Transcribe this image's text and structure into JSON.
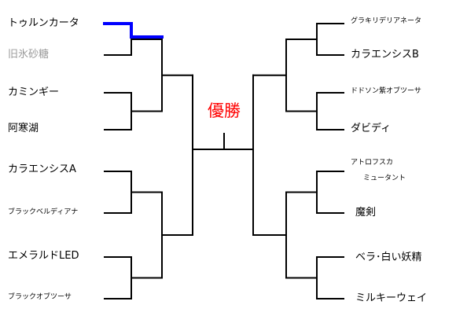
{
  "title": "優勝",
  "colors": {
    "line": "#000000",
    "advance": "#0000ff",
    "title": "#ff0000",
    "eliminated": "#999999"
  },
  "left": [
    {
      "name": "トゥルンカータ",
      "size": "big"
    },
    {
      "name": "旧氷砂糖",
      "size": "big",
      "eliminated": true
    },
    {
      "name": "カミンギー",
      "size": "big"
    },
    {
      "name": "阿寒湖",
      "size": "big"
    },
    {
      "name": "カラエンシスA",
      "size": "big"
    },
    {
      "name": "ブラックベルディアナ",
      "size": "small"
    },
    {
      "name": "エメラルドLED",
      "size": "big"
    },
    {
      "name": "ブラックオブツーサ",
      "size": "small"
    }
  ],
  "right": [
    {
      "name": "グラキリデリアネータ",
      "size": "small"
    },
    {
      "name": "カラエンシスB",
      "size": "big"
    },
    {
      "name": "ドドソン紫オブツーサ",
      "size": "small"
    },
    {
      "name": "ダビディ",
      "size": "big"
    },
    {
      "name": "アトロフスカ",
      "name2": "ミュータント",
      "size": "small"
    },
    {
      "name": "魔剣",
      "size": "big"
    },
    {
      "name": "ベラ･白い妖精",
      "size": "big"
    },
    {
      "name": "ミルキーウェイ",
      "size": "big"
    }
  ]
}
